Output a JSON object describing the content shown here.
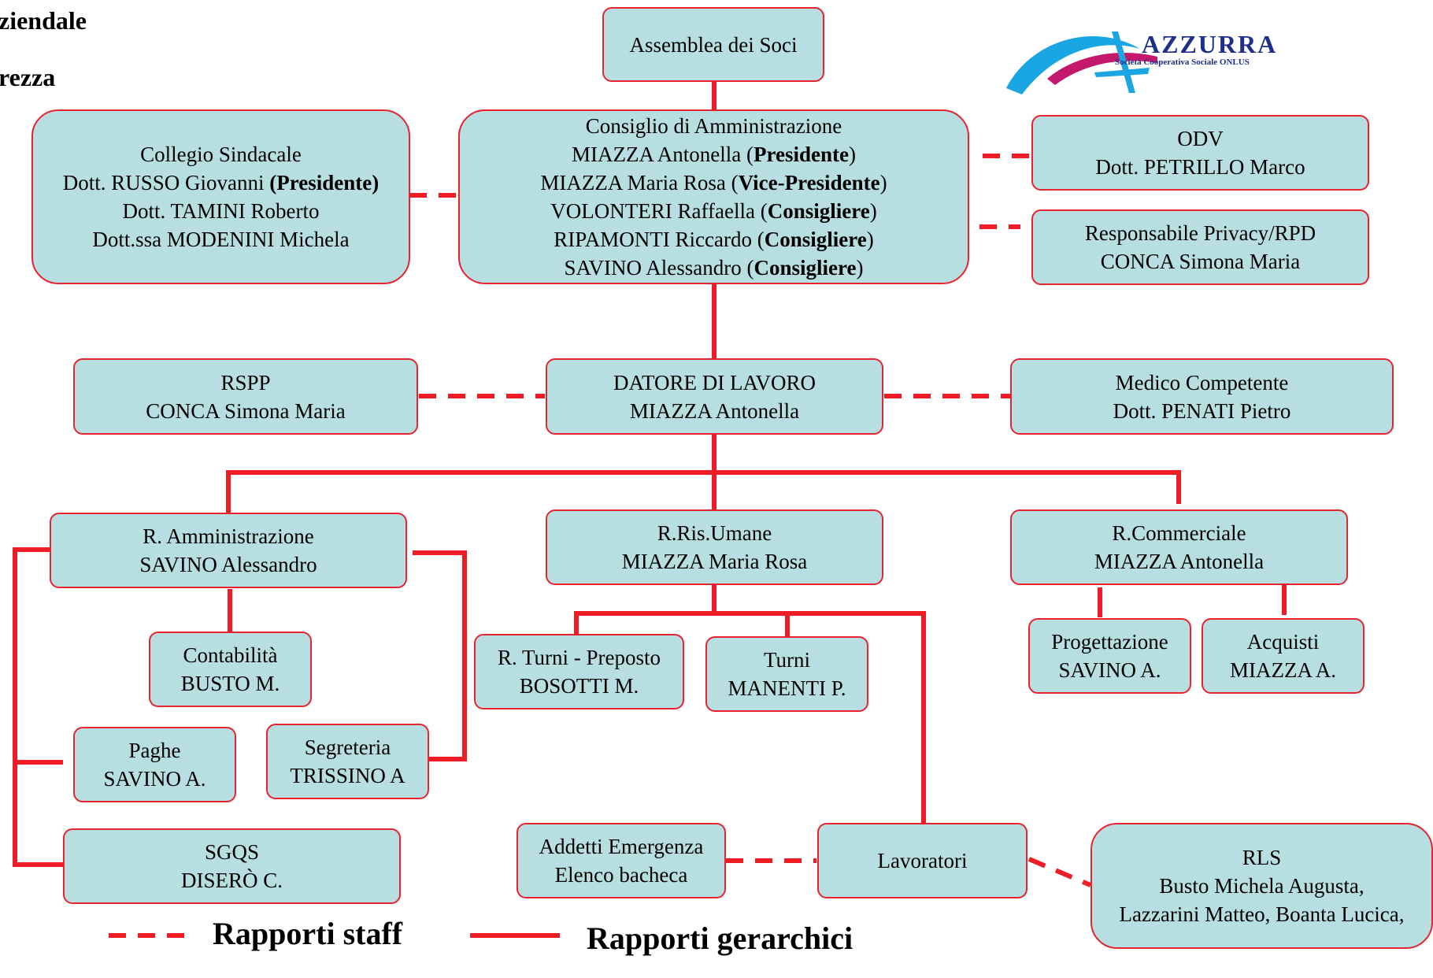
{
  "header": {
    "line1": "ziendale",
    "line2": "rezza"
  },
  "logo": {
    "name": "AZZURRA",
    "subtitle": "Società Cooperativa Sociale ONLUS"
  },
  "colors": {
    "box_fill": "#b7dfe2",
    "border": "#e8232f",
    "line": "#ee1c25",
    "logo_blue": "#1aa6e3",
    "logo_magenta": "#c4186d"
  },
  "boxes": {
    "assemblea": {
      "lines": [
        [
          {
            "t": "Assemblea dei Soci"
          }
        ]
      ]
    },
    "cda": {
      "lines": [
        [
          {
            "t": "Consiglio di Amministrazione"
          }
        ],
        [
          {
            "t": "MIAZZA Antonella ("
          },
          {
            "t": "Presidente",
            "b": true
          },
          {
            "t": ")"
          }
        ],
        [
          {
            "t": "MIAZZA Maria Rosa ("
          },
          {
            "t": "Vice-Presidente",
            "b": true
          },
          {
            "t": ")"
          }
        ],
        [
          {
            "t": "VOLONTERI Raffaella ("
          },
          {
            "t": "Consigliere",
            "b": true
          },
          {
            "t": ")"
          }
        ],
        [
          {
            "t": "RIPAMONTI Riccardo ("
          },
          {
            "t": "Consigliere",
            "b": true
          },
          {
            "t": ")"
          }
        ],
        [
          {
            "t": "SAVINO Alessandro ("
          },
          {
            "t": "Consigliere",
            "b": true
          },
          {
            "t": ")"
          }
        ]
      ]
    },
    "collegio": {
      "lines": [
        [
          {
            "t": "Collegio Sindacale"
          }
        ],
        [
          {
            "t": "Dott. RUSSO Giovanni "
          },
          {
            "t": "(Presidente)",
            "b": true
          }
        ],
        [
          {
            "t": "Dott. TAMINI Roberto"
          }
        ],
        [
          {
            "t": "Dott.ssa MODENINI Michela"
          }
        ]
      ]
    },
    "odv": {
      "lines": [
        [
          {
            "t": "ODV"
          }
        ],
        [
          {
            "t": "Dott. PETRILLO Marco"
          }
        ]
      ]
    },
    "privacy": {
      "lines": [
        [
          {
            "t": "Responsabile Privacy/RPD"
          }
        ],
        [
          {
            "t": "CONCA Simona Maria"
          }
        ]
      ]
    },
    "rspp": {
      "lines": [
        [
          {
            "t": "RSPP"
          }
        ],
        [
          {
            "t": "CONCA Simona Maria"
          }
        ]
      ]
    },
    "datore": {
      "lines": [
        [
          {
            "t": "DATORE DI LAVORO"
          }
        ],
        [
          {
            "t": "MIAZZA Antonella"
          }
        ]
      ]
    },
    "medico": {
      "lines": [
        [
          {
            "t": "Medico Competente"
          }
        ],
        [
          {
            "t": "Dott. PENATI Pietro"
          }
        ]
      ]
    },
    "ramm": {
      "lines": [
        [
          {
            "t": "R. Amministrazione"
          }
        ],
        [
          {
            "t": "SAVINO Alessandro"
          }
        ]
      ]
    },
    "rris": {
      "lines": [
        [
          {
            "t": "R.Ris.Umane"
          }
        ],
        [
          {
            "t": "MIAZZA Maria Rosa"
          }
        ]
      ]
    },
    "rcomm": {
      "lines": [
        [
          {
            "t": "R.Commerciale"
          }
        ],
        [
          {
            "t": "MIAZZA Antonella"
          }
        ]
      ]
    },
    "contab": {
      "lines": [
        [
          {
            "t": "Contabilità"
          }
        ],
        [
          {
            "t": "BUSTO M."
          }
        ]
      ]
    },
    "paghe": {
      "lines": [
        [
          {
            "t": "Paghe"
          }
        ],
        [
          {
            "t": "SAVINO A."
          }
        ]
      ]
    },
    "segreteria": {
      "lines": [
        [
          {
            "t": "Segreteria"
          }
        ],
        [
          {
            "t": "TRISSINO A"
          }
        ]
      ]
    },
    "sgqs": {
      "lines": [
        [
          {
            "t": "SGQS"
          }
        ],
        [
          {
            "t": "DISERÒ C."
          }
        ]
      ]
    },
    "turniprep": {
      "lines": [
        [
          {
            "t": "R. Turni - Preposto"
          }
        ],
        [
          {
            "t": "BOSOTTI M."
          }
        ]
      ]
    },
    "turni": {
      "lines": [
        [
          {
            "t": "Turni"
          }
        ],
        [
          {
            "t": "MANENTI P."
          }
        ]
      ]
    },
    "progett": {
      "lines": [
        [
          {
            "t": "Progettazione"
          }
        ],
        [
          {
            "t": "SAVINO A."
          }
        ]
      ]
    },
    "acquisti": {
      "lines": [
        [
          {
            "t": "Acquisti"
          }
        ],
        [
          {
            "t": "MIAZZA A."
          }
        ]
      ]
    },
    "addetti": {
      "lines": [
        [
          {
            "t": "Addetti Emergenza"
          }
        ],
        [
          {
            "t": "Elenco bacheca"
          }
        ]
      ]
    },
    "lavoratori": {
      "lines": [
        [
          {
            "t": "Lavoratori"
          }
        ]
      ]
    },
    "rls": {
      "lines": [
        [
          {
            "t": "RLS"
          }
        ],
        [
          {
            "t": "Busto Michela  Augusta,"
          }
        ],
        [
          {
            "t": "Lazzarini Matteo, Boanta Lucica,"
          }
        ]
      ]
    }
  },
  "legend": {
    "staff": "Rapporti staff",
    "gerarchici": "Rapporti gerarchici"
  }
}
